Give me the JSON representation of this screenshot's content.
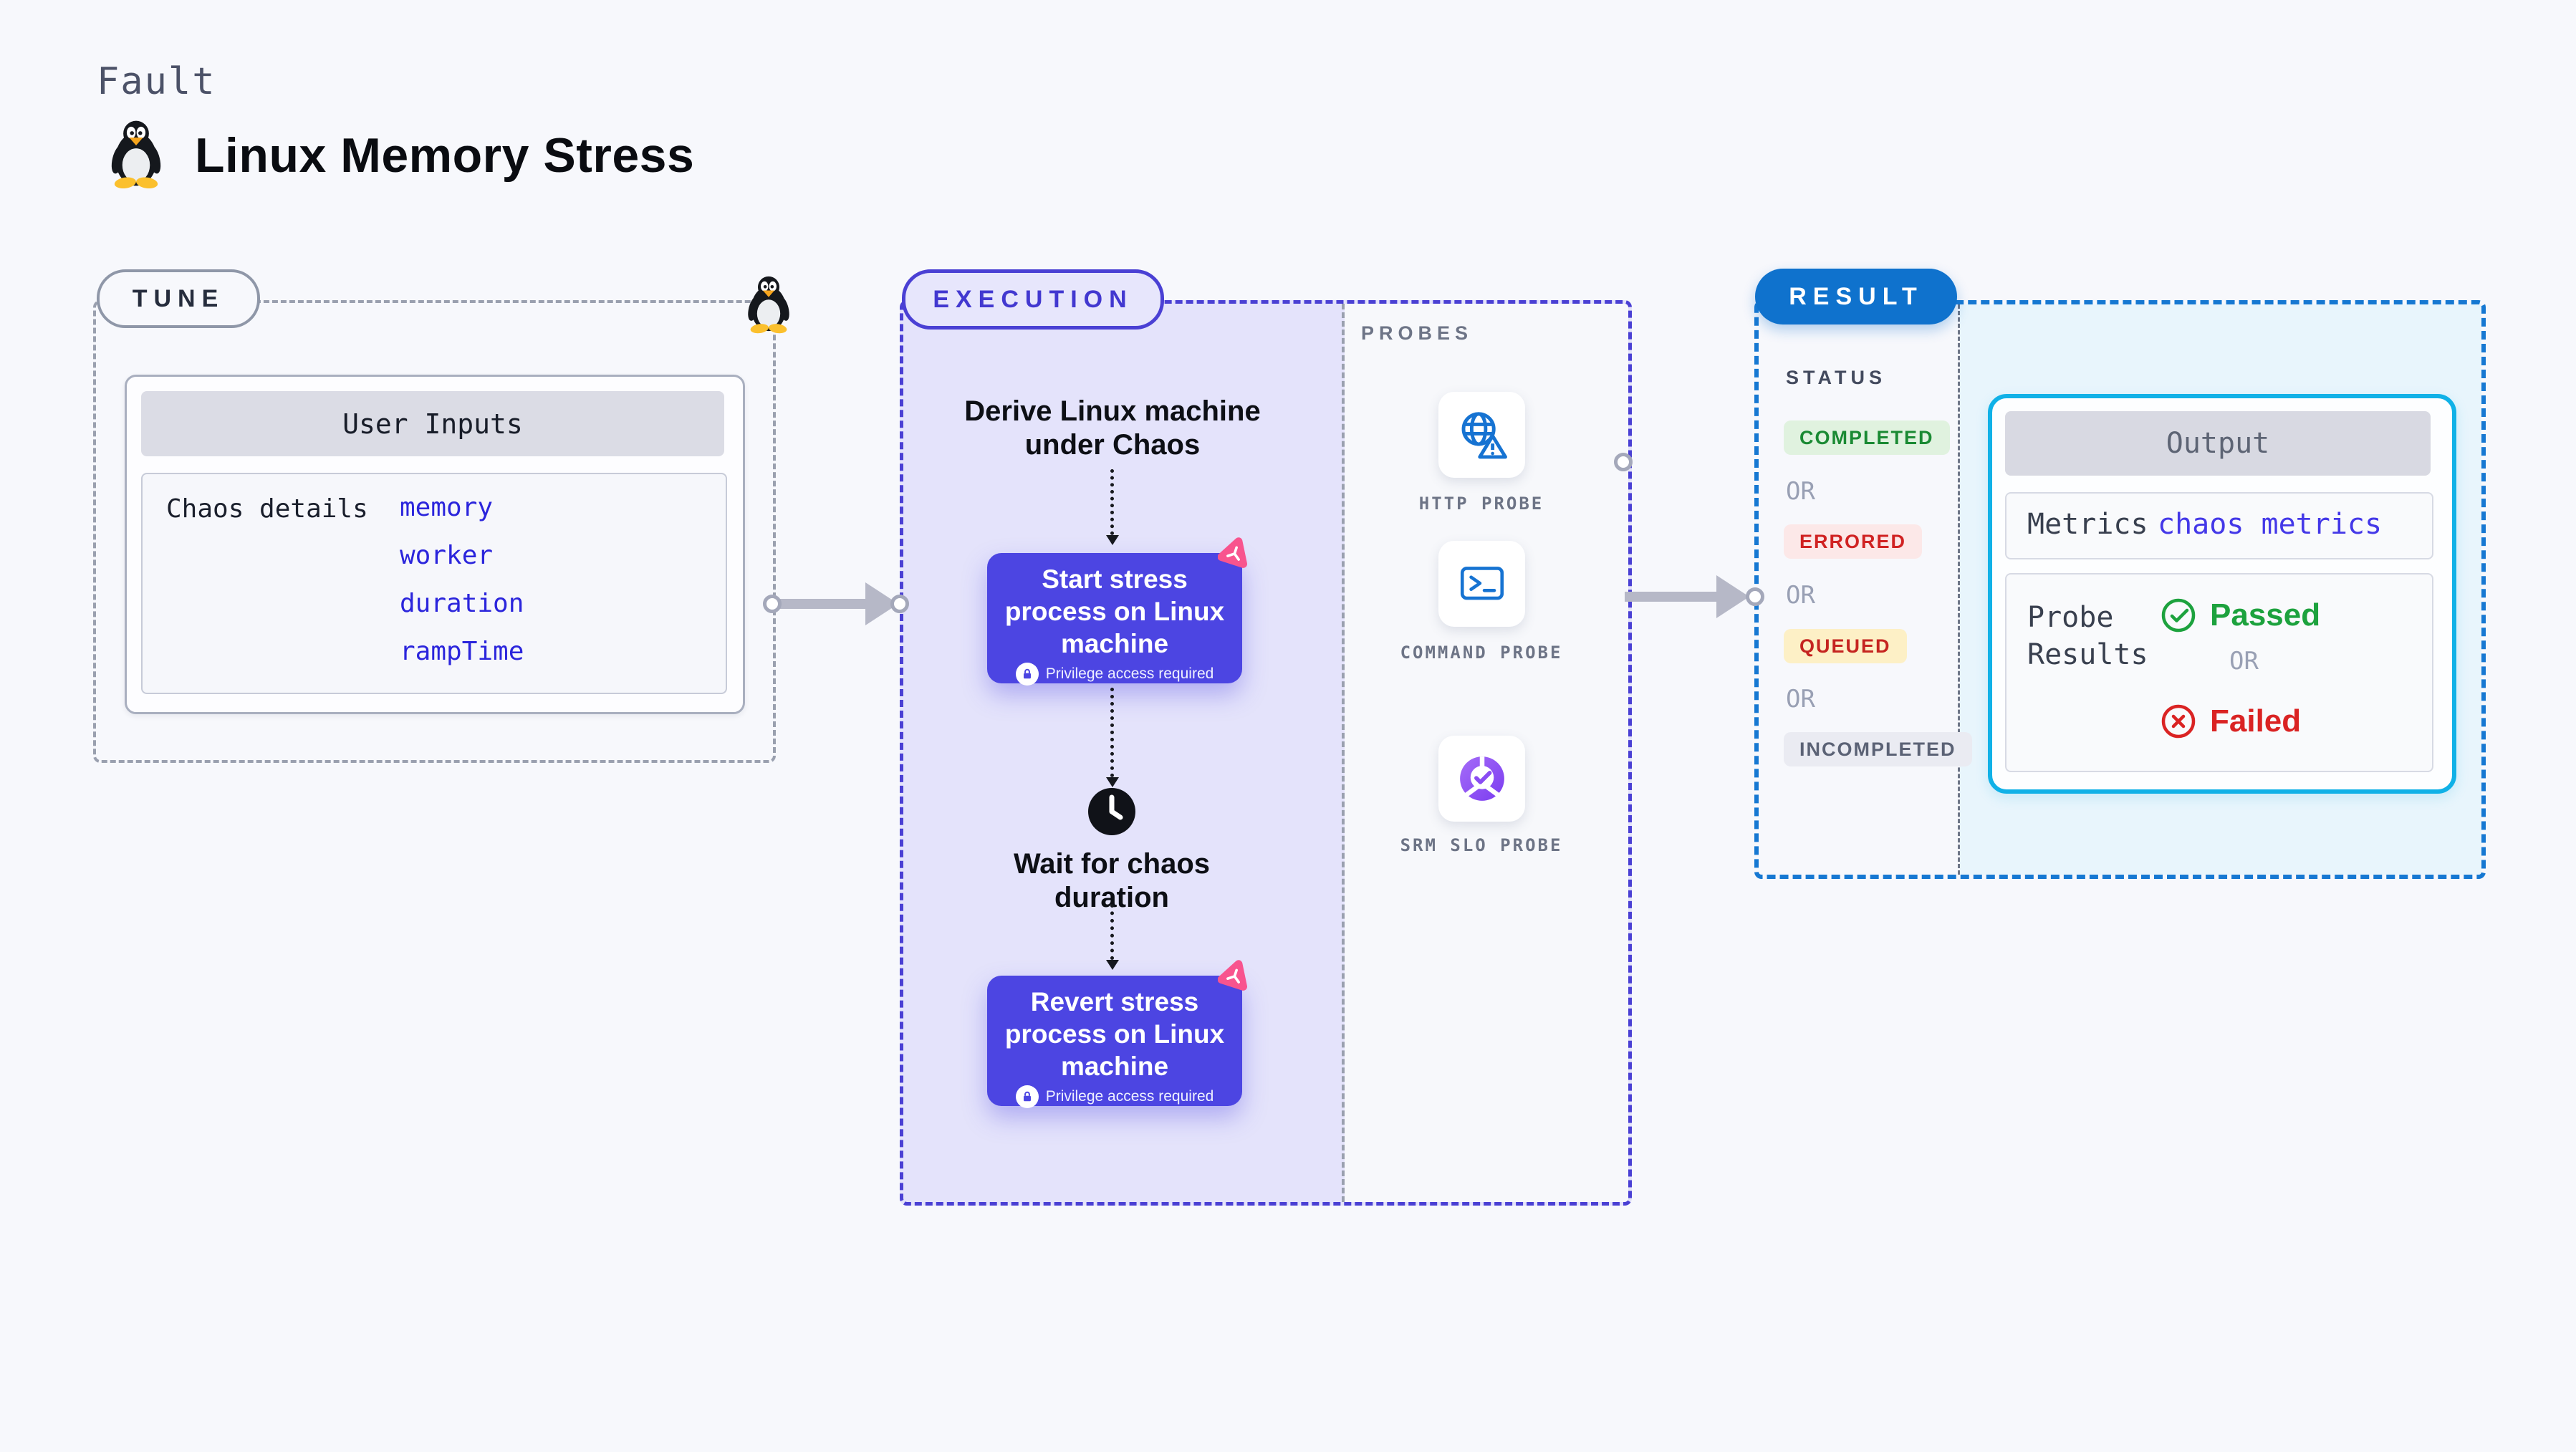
{
  "header": {
    "category": "Fault",
    "title": "Linux Memory Stress"
  },
  "tune": {
    "pill": "TUNE",
    "card_title": "User Inputs",
    "row_label": "Chaos details",
    "values": [
      "memory",
      "worker",
      "duration",
      "rampTime"
    ]
  },
  "execution": {
    "pill": "EXECUTION",
    "derive_text": "Derive Linux machine under Chaos",
    "steps": [
      {
        "title": "Start stress process on Linux machine",
        "caption": "Privilege access required"
      },
      {
        "title": "Revert stress process on Linux machine",
        "caption": "Privilege access required"
      }
    ],
    "wait_text": "Wait for chaos duration"
  },
  "probes": {
    "heading": "PROBES",
    "items": [
      {
        "label": "HTTP PROBE",
        "icon": "globe-warning-icon"
      },
      {
        "label": "COMMAND PROBE",
        "icon": "terminal-icon"
      },
      {
        "label": "SRM SLO PROBE",
        "icon": "slo-pie-icon"
      }
    ]
  },
  "result": {
    "pill": "RESULT",
    "status_heading": "STATUS",
    "or": "OR",
    "statuses": [
      {
        "label": "COMPLETED",
        "bg": "#e0f2df",
        "color": "#1a8a33"
      },
      {
        "label": "ERRORED",
        "bg": "#fce8e8",
        "color": "#d02222"
      },
      {
        "label": "QUEUED",
        "bg": "#fdf0c6",
        "color": "#c52420"
      },
      {
        "label": "INCOMPLETED",
        "bg": "#eaebf2",
        "color": "#5b6275"
      }
    ],
    "output": {
      "title": "Output",
      "metrics_label": "Metrics",
      "metrics_value": "chaos metrics",
      "probe_results_label": "Probe Results",
      "passed": "Passed",
      "or": "OR",
      "failed": "Failed"
    }
  },
  "colors": {
    "page_bg": "#f7f8fc",
    "accent_indigo": "#4c45e2",
    "execution_bg": "#e4e3fb",
    "accent_blue": "#0f72cd",
    "accent_cyan": "#10b1e7",
    "result_panel_bg": "#e8f5fc",
    "accent_pink": "#f8548e",
    "probe_icon_blue": "#1673d2",
    "passed_green": "#1da23e",
    "failed_red": "#da2323",
    "value_blue": "#2b25dc"
  }
}
